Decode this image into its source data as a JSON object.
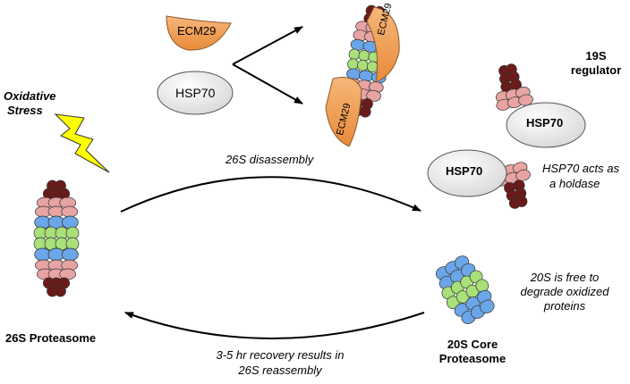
{
  "labels": {
    "oxidative_stress_1": "Oxidative",
    "oxidative_stress_2": "Stress",
    "ecm29_top": "ECM29",
    "hsp70_top": "HSP70",
    "ecm29_bound_upper": "ECM29",
    "ecm29_bound_lower": "ECM29",
    "regulator_1": "19S",
    "regulator_2": "regulator",
    "hsp70_reg_upper": "HSP70",
    "hsp70_reg_lower": "HSP70",
    "holdase_1": "HSP70 acts as",
    "holdase_2": "a holdase",
    "disassembly": "26S disassembly",
    "free_1": "20S is free to",
    "free_2": "degrade oxidized",
    "free_3": "proteins",
    "core_1": "20S Core",
    "core_2": "Proteasome",
    "proteasome_26s": "26S Proteasome",
    "recovery_1": "3-5 hr recovery results in",
    "recovery_2": "26S reassembly"
  },
  "colors": {
    "dark_cap": "#6b1a1a",
    "pink_ring": "#e8a3a3",
    "blue_ring": "#6aa6e8",
    "green_ring": "#a9e07a",
    "ecm29": "#f2a25a",
    "hsp70": "#efefef",
    "bolt": "#ffff00"
  }
}
